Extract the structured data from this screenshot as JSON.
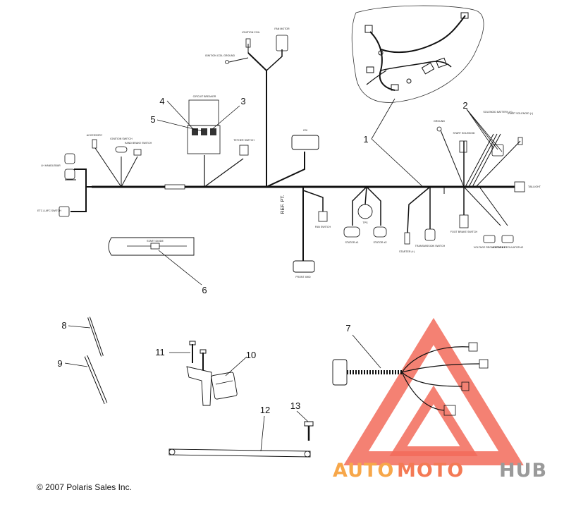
{
  "copyright": "© 2007 Polaris Sales Inc.",
  "watermark": {
    "part1": "AUTO",
    "part2": "MOTO",
    "part3": "HUB",
    "colors": {
      "triangle": "#f26b5b",
      "auto": "#f7a74a",
      "moto": "#f47a55",
      "hub": "#9a9a9a"
    }
  },
  "callouts": [
    "1",
    "2",
    "3",
    "4",
    "5",
    "6",
    "7",
    "8",
    "9",
    "10",
    "11",
    "12",
    "13"
  ],
  "connectors": {
    "ignition_coil": "IGNITION COIL",
    "ignition_coil_ground": "IGNITION COIL GROUND",
    "fan_motor": "FAN MOTOR",
    "circuit_breaker": "CIRCUIT BREAKER",
    "accessory": "ACCESSORY",
    "ignition_switch": "IGNITION SWITCH",
    "hand_brake_switch": "HAND BRAKE SWITCH",
    "tether_switch": "TETHER SWITCH",
    "cdi": "CDI",
    "lh_handlebar": "LH HANDLEBAR",
    "etc_afc_switch": "ETC & AFC SWITCH",
    "ground": "GROUND",
    "start_solenoid": "START SOLENOID",
    "solenoid_battery": "SOLENOID BATTERY (+)",
    "start_solenoid_2": "START SOLENOID (+)",
    "taillight": "TAILLIGHT",
    "ref_pt": "REF. PT.",
    "fan_switch": "FAN SWITCH",
    "tps": "TPS",
    "stator_1": "STATOR #1",
    "stator_2": "STATOR #2",
    "starter": "STARTER (+)",
    "transmission_switch": "TRANSMISSION SWITCH",
    "foot_brake_switch": "FOOT BRAKE SWITCH",
    "voltage_regulator_1": "VOLTAGE REGULATOR #1",
    "voltage_regulator_2": "VOLTAGE REGULATOR #2",
    "front_4wd": "FRONT 4WD",
    "start_diode": "START DIODE"
  }
}
